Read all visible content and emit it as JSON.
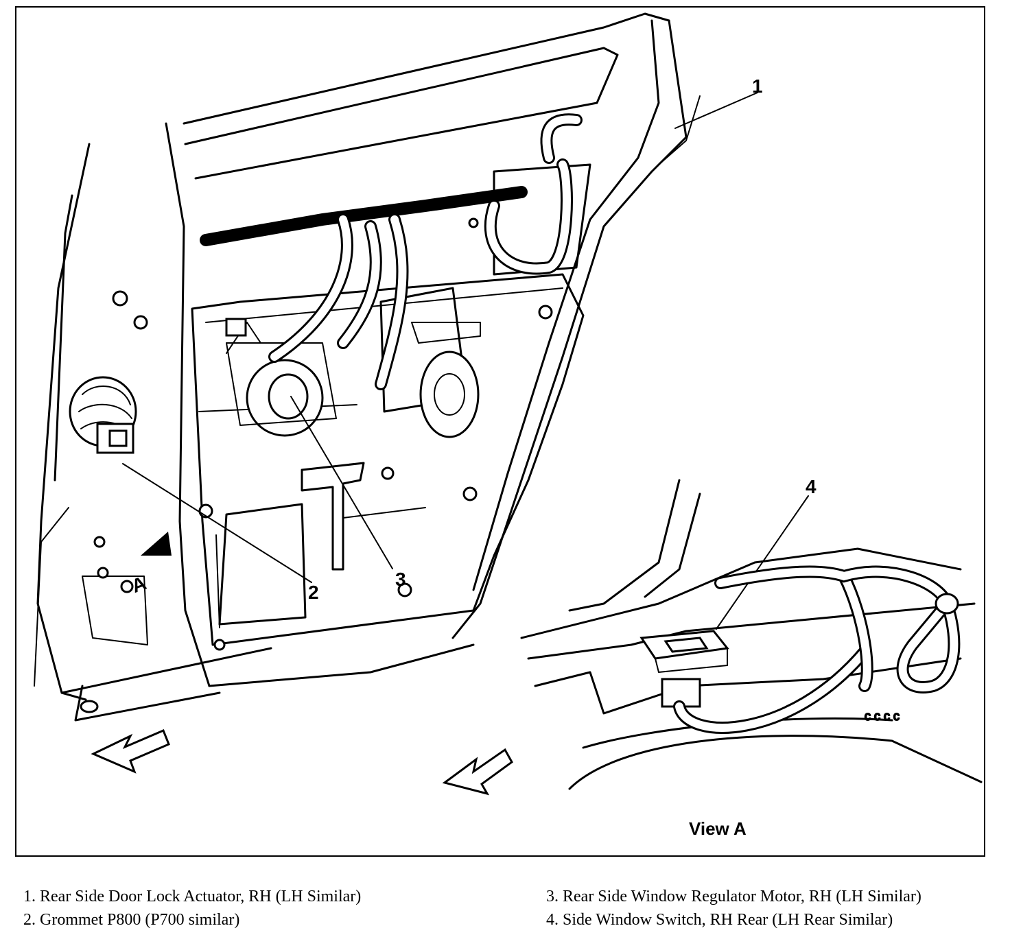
{
  "diagram": {
    "callouts": [
      "1",
      "2",
      "3",
      "4"
    ],
    "view_label": "View A",
    "view_marker": "A",
    "direction_arrow_icon": "front-arrow-icon"
  },
  "legend": {
    "items": [
      "1. Rear Side Door Lock Actuator, RH (LH Similar)",
      "2. Grommet P800 (P700 similar)",
      "3. Rear Side Window Regulator Motor, RH (LH Similar)",
      "4. Side Window Switch, RH Rear (LH Rear Similar)"
    ]
  }
}
